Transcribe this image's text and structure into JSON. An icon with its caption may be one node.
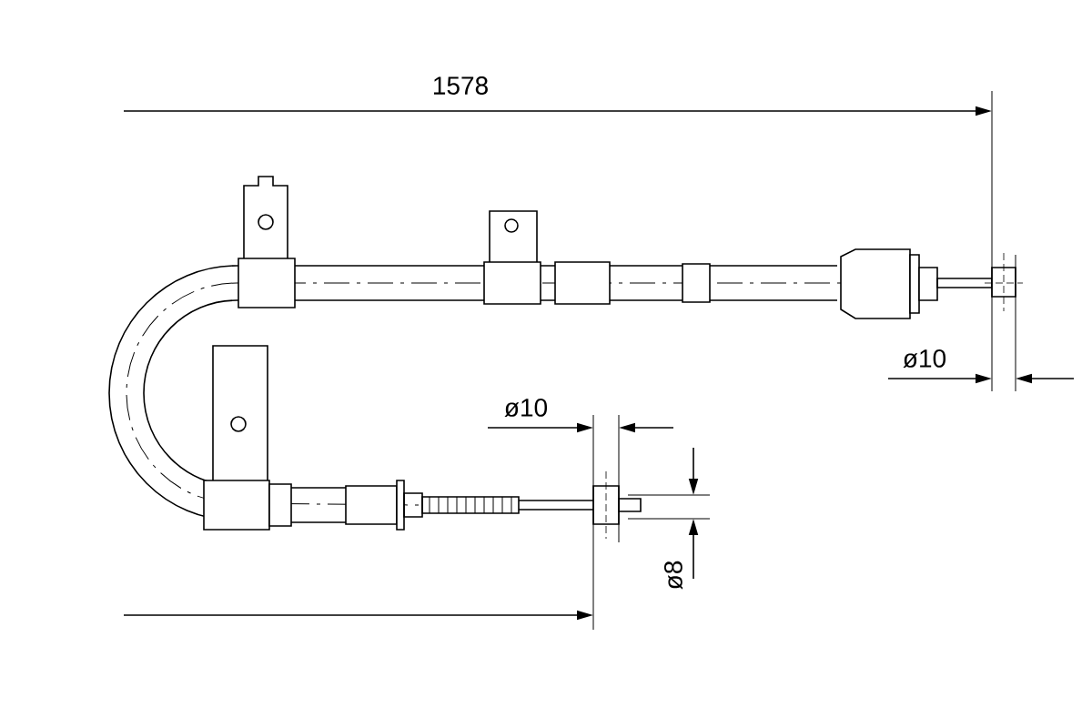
{
  "diagram": {
    "labels": [
      "1578",
      "ø10",
      "ø10",
      "ø8"
    ]
  }
}
